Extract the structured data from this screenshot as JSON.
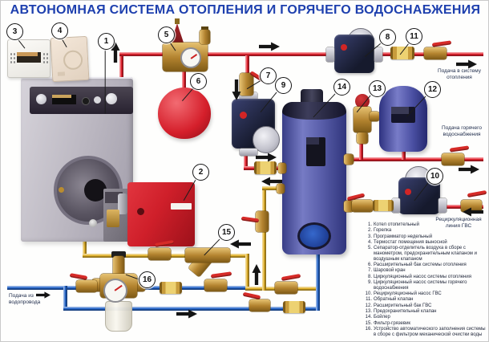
{
  "title": "АВТОНОМНАЯ СИСТЕМА ОТОПЛЕНИЯ И ГОРЯЧЕГО ВОДОСНАБЖЕНИЯ",
  "colors": {
    "title": "#1d3fae",
    "pipe_hot": "#e2232e",
    "pipe_return": "#e0b02a",
    "pipe_cold": "#2565c8",
    "arrow": "#141414",
    "handle": "#d62b28"
  },
  "labels": {
    "heating_supply": "Подача в систему отопления",
    "dhw_supply": "Подача горячего водоснабжения",
    "recirculation": "Рециркуляционная линия ГВС",
    "water_main": "Подача из водопровода"
  },
  "callouts": [
    "1",
    "2",
    "3",
    "4",
    "5",
    "6",
    "7",
    "8",
    "9",
    "10",
    "11",
    "12",
    "13",
    "14",
    "15",
    "16"
  ],
  "legend": {
    "items": [
      {
        "num": "1.",
        "text": "Котел отопительный"
      },
      {
        "num": "2.",
        "text": "Горелка"
      },
      {
        "num": "3.",
        "text": "Программатор недельный"
      },
      {
        "num": "4.",
        "text": "Термостат помещения выносной"
      },
      {
        "num": "5.",
        "text": "Сепаратор-отделитель воздуха в сборе с манометром, предохранительным клапаном и воздушным клапаном"
      },
      {
        "num": "6.",
        "text": "Расширительный бак системы отопления"
      },
      {
        "num": "7.",
        "text": "Шаровой кран"
      },
      {
        "num": "8.",
        "text": "Циркуляционный насос системы отопления"
      },
      {
        "num": "9.",
        "text": "Циркуляционный насос системы горячего водоснабжения"
      },
      {
        "num": "10.",
        "text": "Рециркуляционный насос ГВС"
      },
      {
        "num": "11.",
        "text": "Обратный клапан"
      },
      {
        "num": "12.",
        "text": "Расширительный бак ГВС"
      },
      {
        "num": "13.",
        "text": "Предохранительный клапан"
      },
      {
        "num": "14.",
        "text": "Бойлер"
      },
      {
        "num": "15.",
        "text": "Фильтр-грязевик"
      },
      {
        "num": "16.",
        "text": "Устройство автоматического заполнения системы в сборе с фильтром механической очистки воды"
      }
    ]
  }
}
